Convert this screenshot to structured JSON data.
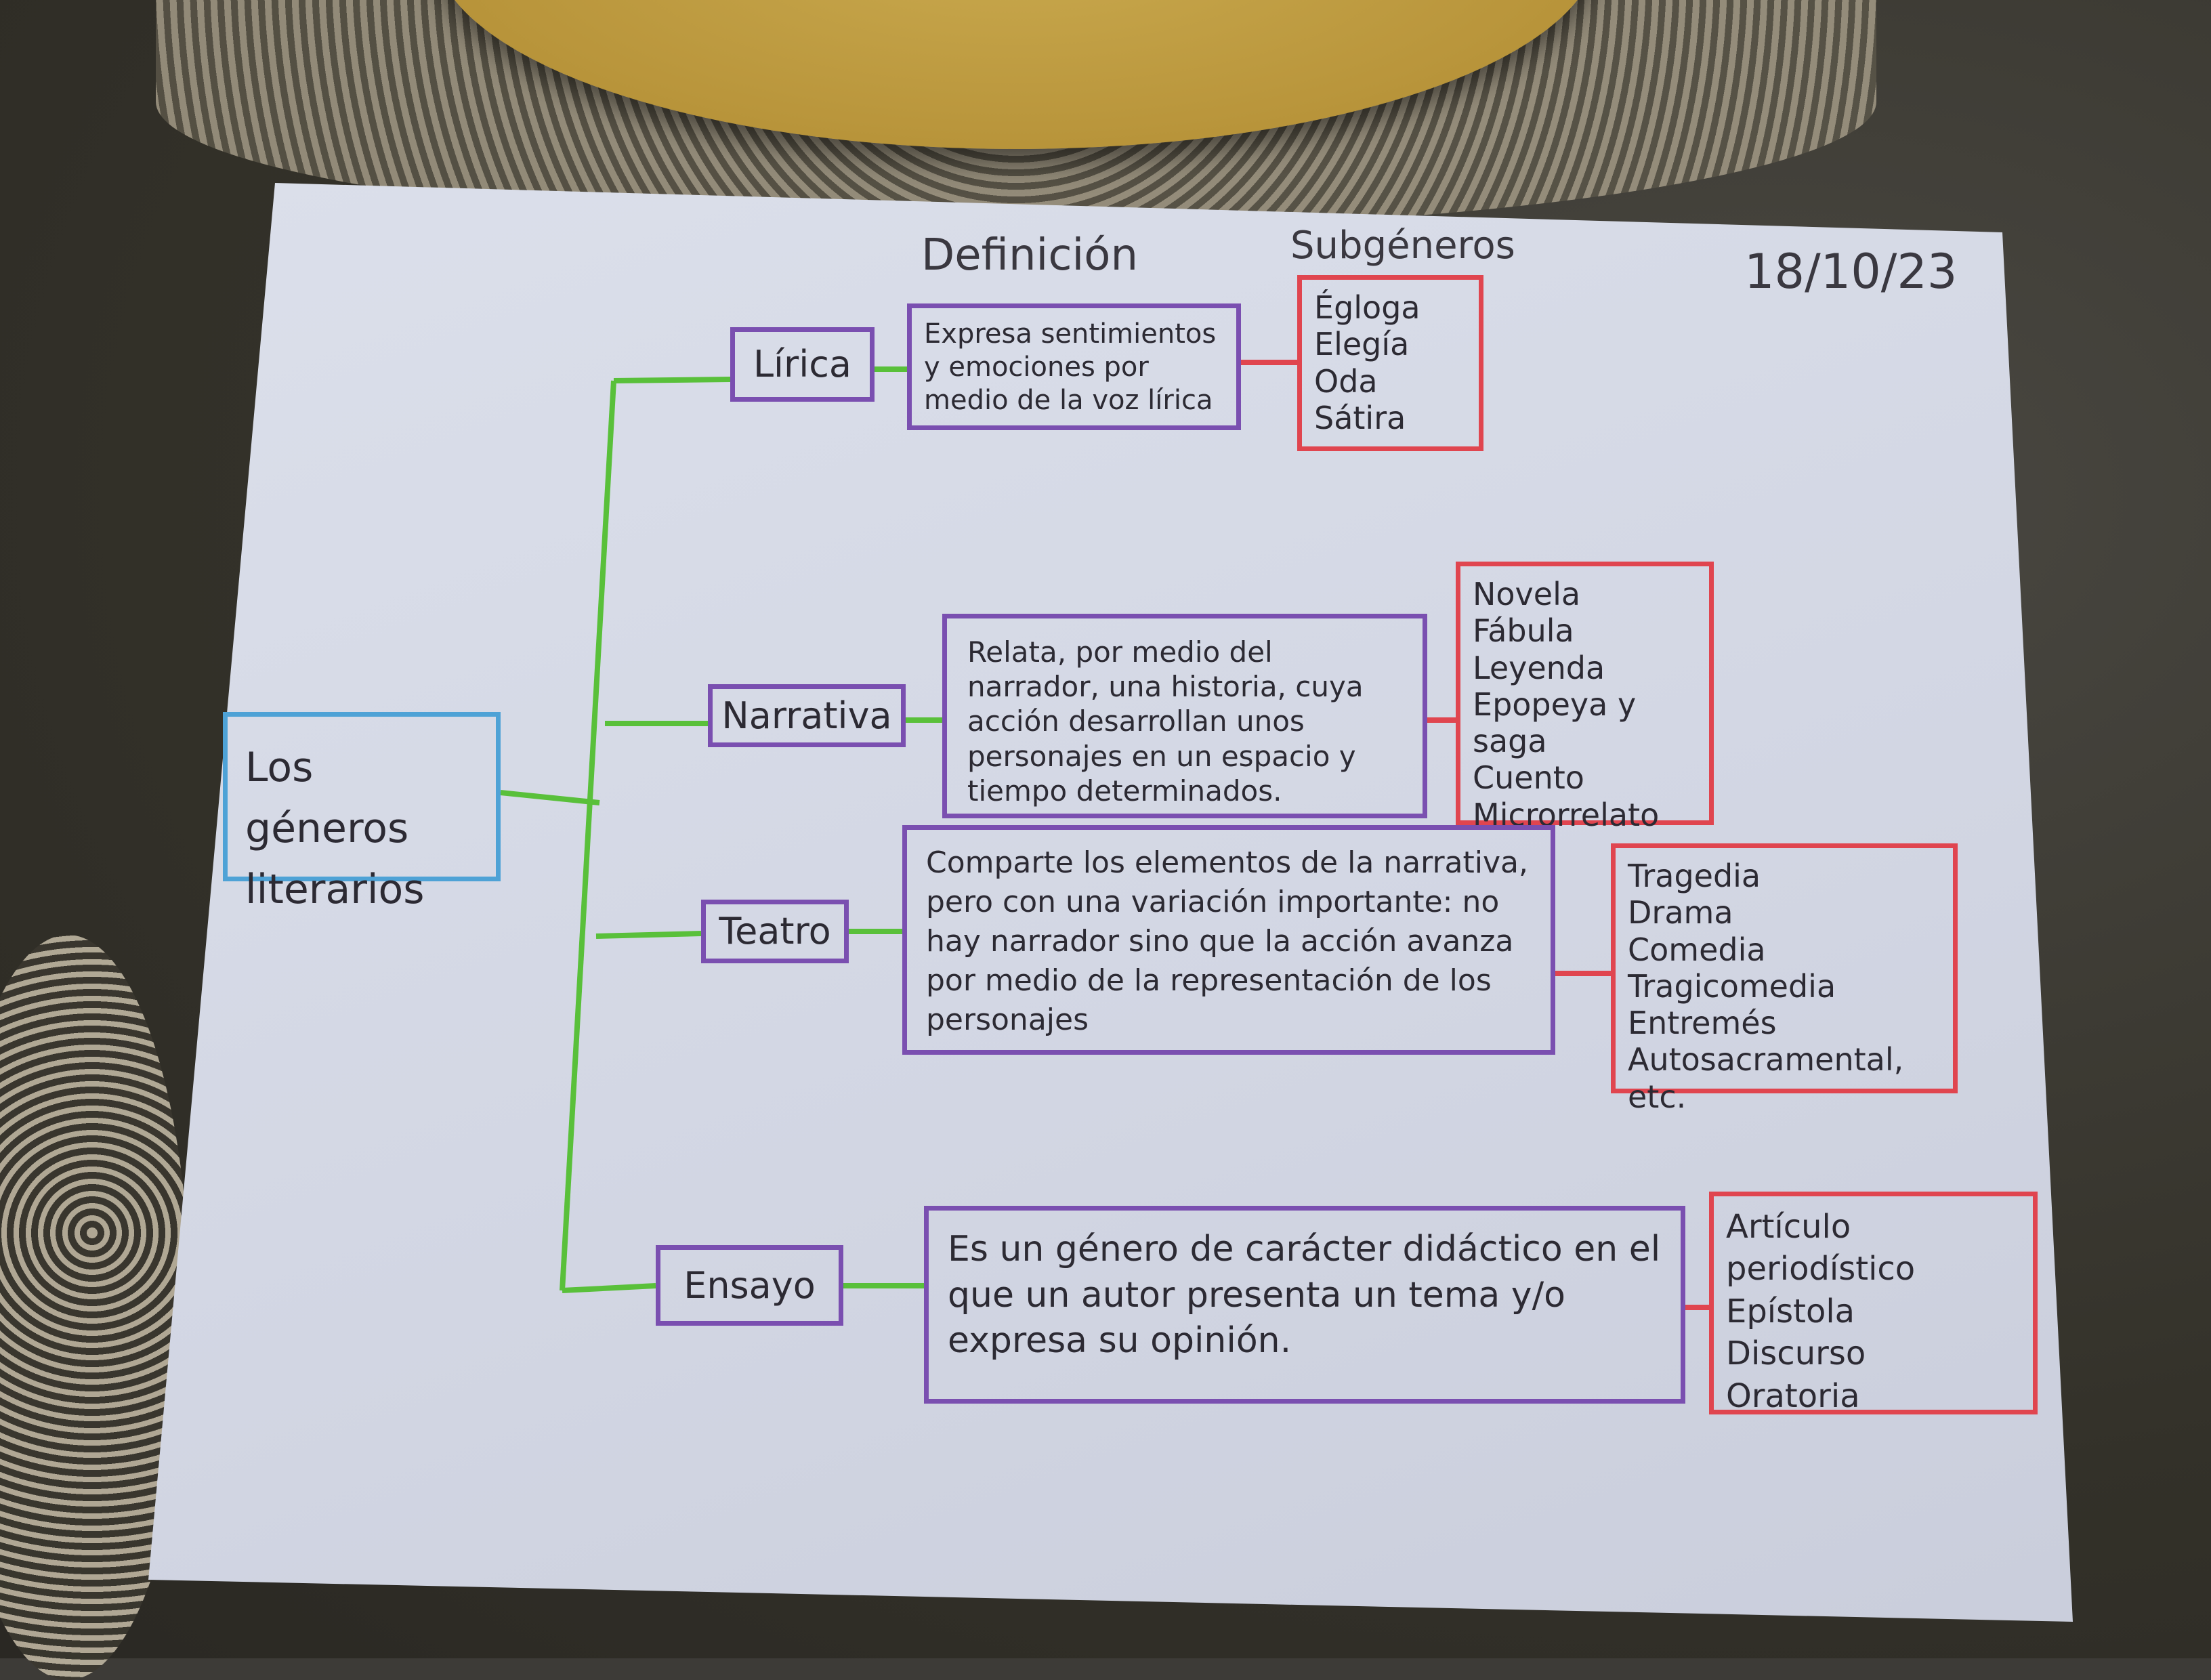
{
  "headers": {
    "definition": "Definición",
    "subgenres": "Subgéneros",
    "date": "18/10/23"
  },
  "root": "Los géneros literarios",
  "colors": {
    "root": "#4ea2d6",
    "category": "#7a4fb0",
    "subgenre": "#e0454f",
    "connector": "#59c03a"
  },
  "genres": [
    {
      "name": "Lírica",
      "definition": "Expresa sentimientos y emociones por medio de la voz lírica",
      "subgenres": [
        "Égloga",
        "Elegía",
        "Oda",
        "Sátira"
      ]
    },
    {
      "name": "Narrativa",
      "definition": "Relata, por medio del narrador, una historia, cuya acción desarrollan unos personajes en un espacio y tiempo determinados.",
      "subgenres": [
        "Novela",
        "Fábula",
        "Leyenda",
        "Epopeya y saga",
        "Cuento",
        "Microrrelato"
      ]
    },
    {
      "name": "Teatro",
      "definition": "Comparte los elementos de la narrativa, pero con una variación importante: no hay narrador sino que la acción avanza por medio de la representación de los personajes",
      "subgenres": [
        "Tragedia",
        "Drama",
        "Comedia",
        "Tragicomedia",
        "Entremés",
        "Autosacramental, etc."
      ]
    },
    {
      "name": "Ensayo",
      "definition": "Es un género de carácter didáctico en el que un autor presenta un tema y/o expresa su opinión.",
      "subgenres": [
        "Artículo periodístico",
        "Epístola",
        "Discurso",
        "Oratoria"
      ]
    }
  ]
}
